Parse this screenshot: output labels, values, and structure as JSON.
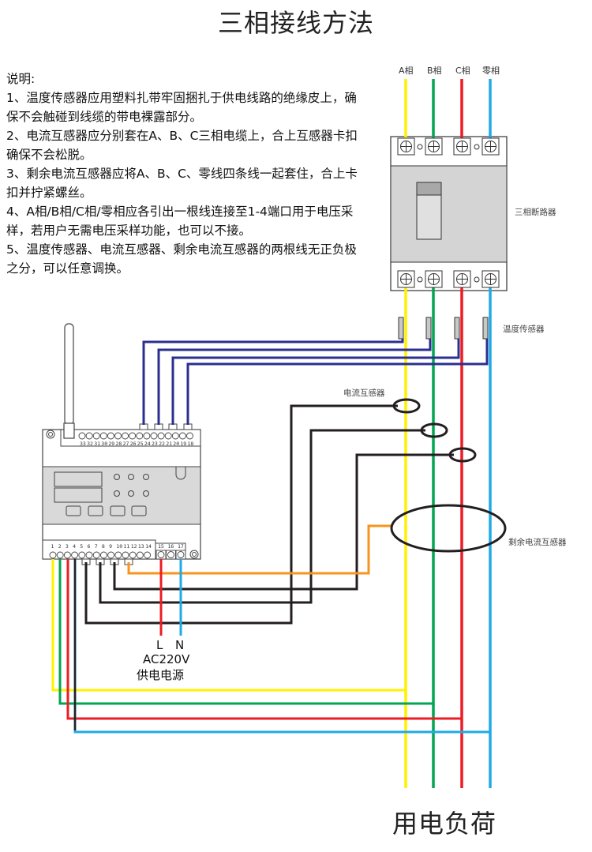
{
  "title": "三相接线方法",
  "notes": {
    "heading": "说明:",
    "items": [
      "1、温度传感器应用塑料扎带牢固捆扎于供电线路的绝缘皮上，确保不会触碰到线缆的带电裸露部分。",
      "2、电流互感器应分别套在A、B、C三相电缆上，合上互感器卡扣确保不会松脱。",
      "3、剩余电流互感器应将A、B、C、零线四条线一起套住，合上卡扣并拧紧螺丝。",
      "4、A相/B相/C相/零相应各引出一根线连接至1-4端口用于电压采样，若用户无需电压采样功能，也可以不接。",
      "5、温度传感器、电流互感器、剩余电流互感器的两根线无正负极之分，可以任意调换。"
    ]
  },
  "phases": [
    {
      "label": "A相",
      "color": "#fff200"
    },
    {
      "label": "B相",
      "color": "#00a651"
    },
    {
      "label": "C相",
      "color": "#ed1c24"
    },
    {
      "label": "零相",
      "color": "#1eaae7"
    }
  ],
  "components": {
    "breaker": "三相断路器",
    "temp_sensor": "温度传感器",
    "current_transformer": "电流互感器",
    "residual_ct": "剩余电流互感器"
  },
  "device": {
    "top_terminals": [
      "33",
      "32",
      "31",
      "30",
      "29",
      "28",
      "27",
      "26",
      "25",
      "24",
      "23",
      "22",
      "21",
      "20",
      "19",
      "18"
    ],
    "bottom_terminals": [
      "1",
      "2",
      "3",
      "4",
      "5",
      "6",
      "7",
      "8",
      "9",
      "10",
      "11",
      "12",
      "13",
      "14"
    ],
    "power_terminals": [
      "15",
      "16",
      "17"
    ]
  },
  "power": {
    "l_label": "L",
    "n_label": "N",
    "voltage": "AC220V",
    "caption": "供电电源"
  },
  "load_label": "用电负荷",
  "colors": {
    "sensor_wire": "#2b2f8f",
    "ct_wire": "#231f20",
    "residual_wire": "#f7941d",
    "breaker_body": "#d4d4d4",
    "device_panel": "#d9d9d9"
  }
}
